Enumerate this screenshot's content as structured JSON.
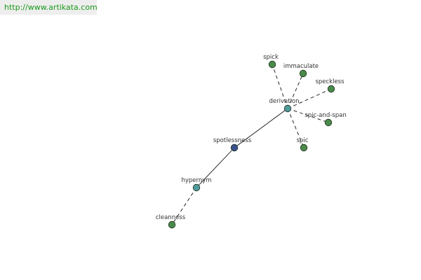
{
  "site": {
    "url": "http://www.artikata.com"
  },
  "graph": {
    "center": "spotlessness",
    "nodes": [
      {
        "id": "spotlessness",
        "label": "spotlessness",
        "role": "center",
        "color": "#3a4f8c"
      },
      {
        "id": "derivation",
        "label": "derivation",
        "role": "relation",
        "color": "#4f9a9a"
      },
      {
        "id": "hypernym",
        "label": "hypernym",
        "role": "relation",
        "color": "#4f9a9a"
      },
      {
        "id": "spick",
        "label": "spick",
        "role": "word",
        "color": "#4a8a4a"
      },
      {
        "id": "immaculate",
        "label": "immaculate",
        "role": "word",
        "color": "#4a8a4a"
      },
      {
        "id": "speckless",
        "label": "speckless",
        "role": "word",
        "color": "#4a8a4a"
      },
      {
        "id": "spic-and-span",
        "label": "spic-and-span",
        "role": "word",
        "color": "#4a8a4a"
      },
      {
        "id": "spic",
        "label": "spic",
        "role": "word",
        "color": "#4a8a4a"
      },
      {
        "id": "cleanness",
        "label": "cleanness",
        "role": "word",
        "color": "#4a8a4a"
      }
    ],
    "edges": [
      {
        "from": "spotlessness",
        "to": "derivation",
        "style": "solid"
      },
      {
        "from": "spotlessness",
        "to": "hypernym",
        "style": "solid"
      },
      {
        "from": "derivation",
        "to": "spick",
        "style": "dashed"
      },
      {
        "from": "derivation",
        "to": "immaculate",
        "style": "dashed"
      },
      {
        "from": "derivation",
        "to": "speckless",
        "style": "dashed"
      },
      {
        "from": "derivation",
        "to": "spic-and-span",
        "style": "dashed"
      },
      {
        "from": "derivation",
        "to": "spic",
        "style": "dashed"
      },
      {
        "from": "hypernym",
        "to": "cleanness",
        "style": "dashed"
      }
    ]
  }
}
